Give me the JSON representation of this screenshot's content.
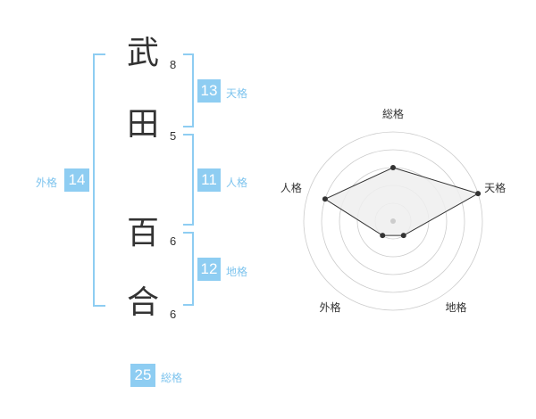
{
  "name": {
    "chars": [
      {
        "char": "武",
        "strokes": "8"
      },
      {
        "char": "田",
        "strokes": "5"
      },
      {
        "char": "百",
        "strokes": "6"
      },
      {
        "char": "合",
        "strokes": "6"
      }
    ]
  },
  "fortunes": {
    "tenkaku": {
      "value": "13",
      "label": "天格"
    },
    "jinkaku": {
      "value": "11",
      "label": "人格"
    },
    "chikaku": {
      "value": "12",
      "label": "地格"
    },
    "gaikaku": {
      "value": "14",
      "label": "外格"
    },
    "soukaku": {
      "value": "25",
      "label": "総格"
    }
  },
  "chart_data": {
    "type": "radar",
    "axes": [
      "総格",
      "天格",
      "地格",
      "外格",
      "人格"
    ],
    "values": [
      3,
      5,
      1,
      1,
      4
    ],
    "rmax": 5,
    "rings": 5,
    "colors": {
      "fill": "#eeeeee",
      "line": "#333333",
      "ring": "#cccccc",
      "point": "#333333"
    }
  }
}
